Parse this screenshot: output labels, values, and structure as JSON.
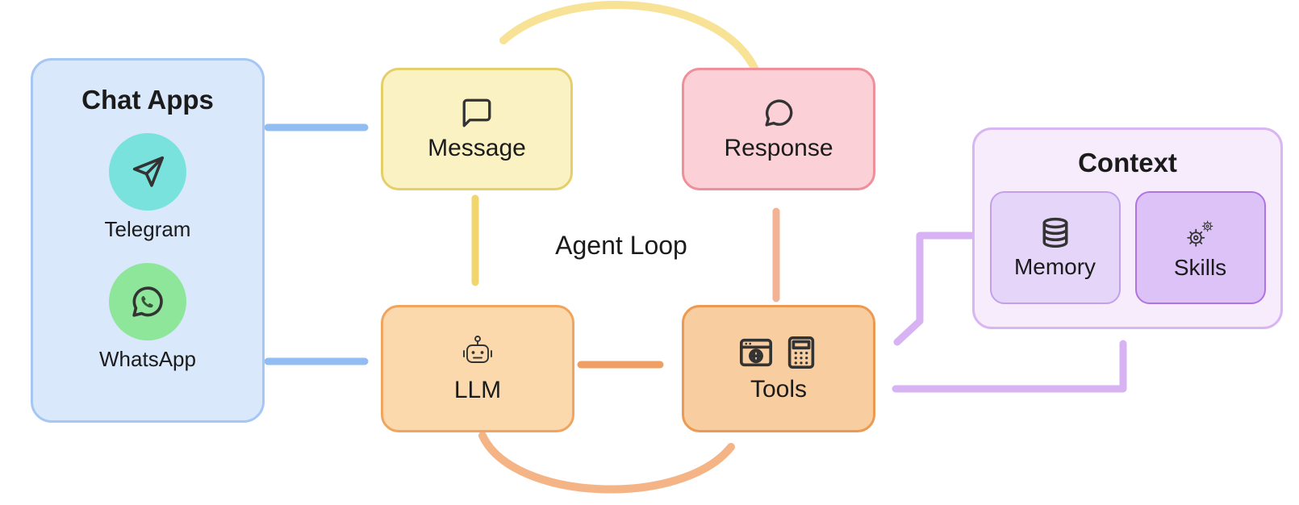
{
  "diagram": {
    "center_label": "Agent Loop",
    "panels": {
      "chat_apps": {
        "title": "Chat Apps",
        "apps": [
          {
            "label": "Telegram",
            "icon": "telegram-paper-plane-icon",
            "circle_color": "#79e2dd"
          },
          {
            "label": "WhatsApp",
            "icon": "whatsapp-icon",
            "circle_color": "#8ee69a"
          }
        ],
        "fill": "#d9e8fb",
        "border": "#a6c6f3"
      },
      "context": {
        "title": "Context",
        "items": [
          {
            "label": "Memory",
            "icon": "database-icon",
            "fill": "#e5d5f8",
            "border": "#c2a0ea"
          },
          {
            "label": "Skills",
            "icon": "gears-icon",
            "fill": "#dcc2f6",
            "border": "#af74e2"
          }
        ],
        "fill": "#f6ecfc",
        "border": "#d9b6f2"
      }
    },
    "nodes": {
      "message": {
        "label": "Message",
        "icon": "square-speech-bubble-icon",
        "fill": "#fbf2c3",
        "border": "#e5cf6b"
      },
      "response": {
        "label": "Response",
        "icon": "round-speech-bubble-icon",
        "fill": "#fbd0d6",
        "border": "#ee8f9a"
      },
      "llm": {
        "label": "LLM",
        "icon": "robot-icon",
        "fill": "#fcd9ac",
        "border": "#efa55f"
      },
      "tools": {
        "label": "Tools",
        "icon": "browser-and-calculator-icons",
        "fill": "#f8cda0",
        "border": "#ec9a52"
      }
    },
    "edges": [
      {
        "id": "chat-apps-to-message",
        "from": "Chat Apps",
        "to": "Message",
        "color": "#92bdf3",
        "style": "straight"
      },
      {
        "id": "chat-apps-to-llm",
        "from": "Chat Apps",
        "to": "LLM",
        "color": "#92bdf3",
        "style": "straight"
      },
      {
        "id": "message-to-llm",
        "from": "Message",
        "to": "LLM",
        "color": "#f1d66e",
        "style": "straight"
      },
      {
        "id": "llm-to-tools",
        "from": "LLM",
        "to": "Tools",
        "color": "#ef9f63",
        "style": "straight"
      },
      {
        "id": "llm-to-tools-loop",
        "from": "LLM",
        "to": "Tools",
        "color": "#f4b486",
        "style": "curved-bottom"
      },
      {
        "id": "tools-to-response",
        "from": "Tools",
        "to": "Response",
        "color": "#f2b394",
        "style": "straight"
      },
      {
        "id": "response-to-message-loop",
        "from": "Response",
        "to": "Message",
        "color": "#f7e296",
        "style": "curved-top"
      },
      {
        "id": "context-to-tools",
        "from": "Context",
        "to": "Tools",
        "color": "#d7b3f4",
        "style": "elbow"
      },
      {
        "id": "tools-context-bidirectional",
        "from": "Tools",
        "to": "Context",
        "color": "#d7b3f4",
        "style": "elbow",
        "bidirectional": true
      }
    ],
    "colors": {
      "arrow_blue": "#92bdf3",
      "arrow_yellow": "#f1d66e",
      "arrow_yellow_light": "#f7e296",
      "arrow_orange": "#ef9f63",
      "arrow_orange_light": "#f4b486",
      "arrow_salmon": "#f2b394",
      "arrow_purple": "#d7b3f4"
    }
  }
}
